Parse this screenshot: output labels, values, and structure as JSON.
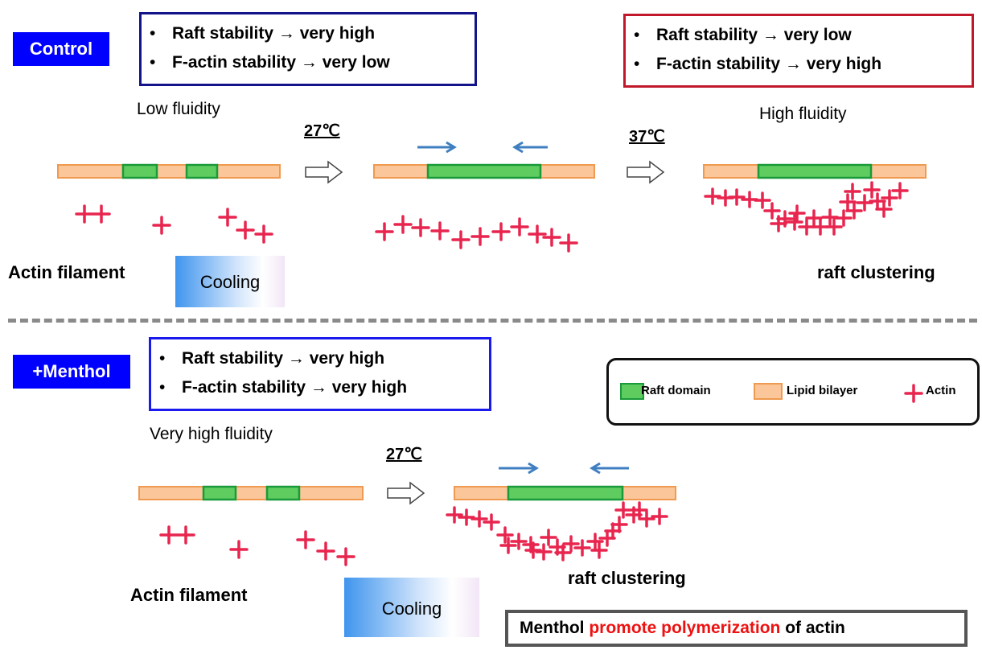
{
  "control": {
    "tag": "Control",
    "box_left": [
      "Raft stability → very high",
      "F-actin stability → very low"
    ],
    "box_right": [
      "Raft stability → very low",
      "F-actin stability → very high"
    ],
    "low_fluidity": "Low fluidity",
    "high_fluidity": "High fluidity",
    "temp1": "27℃",
    "temp2": "37℃",
    "actin_filament": "Actin filament",
    "cooling": "Cooling",
    "raft_clustering": "raft clustering"
  },
  "menthol": {
    "tag": "+Menthol",
    "box": [
      "Raft stability → very high",
      "F-actin stability → very high"
    ],
    "very_high_fluidity": "Very high fluidity",
    "temp": "27℃",
    "actin_filament": "Actin filament",
    "cooling": "Cooling",
    "raft_clustering": "raft clustering",
    "conclusion_pre": "Menthol ",
    "conclusion_red": "promote polymerization",
    "conclusion_post": " of actin"
  },
  "legend": {
    "raft": "Raft domain",
    "lipid": "Lipid bilayer",
    "actin": "Actin"
  },
  "colors": {
    "raft": "#5fcc5f",
    "raft_border": "#1a9a3a",
    "lipid": "#fbc79a",
    "lipid_border": "#ef9a50",
    "actin": "#e8254e",
    "arrow": "#3f7fc0",
    "tag": "#0000ff",
    "emphasis_red": "#ee1111"
  }
}
